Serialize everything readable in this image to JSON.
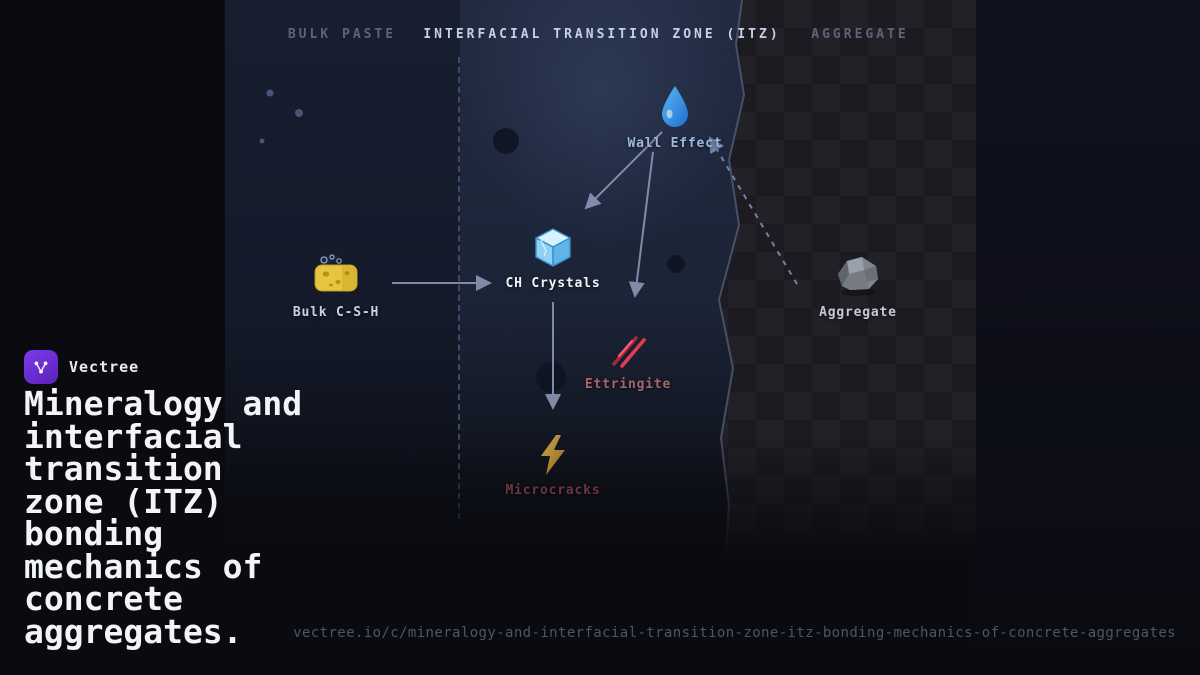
{
  "brand": {
    "name": "Vectree"
  },
  "headline": {
    "text": "Mineralogy and interfacial transition zone (ITZ) bonding mechanics of concrete aggregates."
  },
  "footer": {
    "url": "vectree.io/c/mineralogy-and-interfacial-transition-zone-itz-bonding-mechanics-of-concrete-aggregates"
  },
  "diagram": {
    "zones": [
      {
        "label": "BULK PASTE"
      },
      {
        "label": "INTERFACIAL TRANSITION ZONE (ITZ)"
      },
      {
        "label": "AGGREGATE"
      }
    ],
    "nodes": {
      "bulk_csh": {
        "label": "Bulk C-S-H",
        "icon": "sponge-icon"
      },
      "ch_crystals": {
        "label": "CH Crystals",
        "icon": "ice-cube-icon"
      },
      "wall_effect": {
        "label": "Wall Effect",
        "icon": "water-droplet-icon"
      },
      "aggregate": {
        "label": "Aggregate",
        "icon": "rock-icon"
      },
      "ettringite": {
        "label": "Ettringite",
        "icon": "needle-crystals-icon"
      },
      "microcracks": {
        "label": "Microcracks",
        "icon": "lightning-icon"
      }
    },
    "colors": {
      "arrow": "#8b97b5",
      "active_header": "#c6d0e6",
      "muted_header": "#5c6478",
      "wall_effect_label": "#9fb9de",
      "ettringite_label": "#a8636e",
      "microcracks_label": "#6e3340",
      "brand_purple": "#7c3aed"
    }
  }
}
